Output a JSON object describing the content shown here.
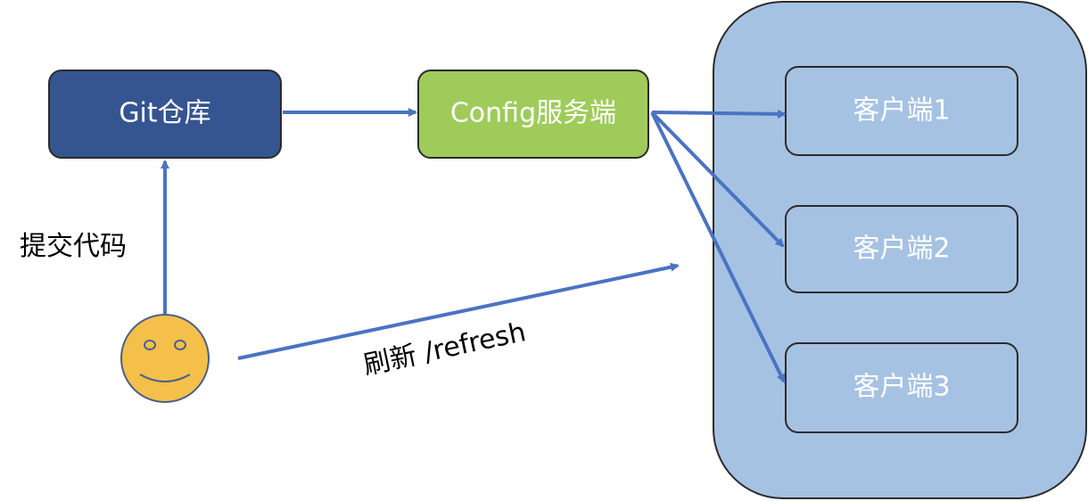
{
  "nodes": {
    "git": {
      "label": "Git仓库"
    },
    "config": {
      "label": "Config服务端"
    },
    "client1": {
      "label": "客户端1"
    },
    "client2": {
      "label": "客户端2"
    },
    "client3": {
      "label": "客户端3"
    }
  },
  "edges": {
    "commit": {
      "label": "提交代码"
    },
    "refresh": {
      "label": "刷新 /refresh"
    }
  },
  "colors": {
    "git_fill": "#355591",
    "config_fill": "#9fcb5b",
    "client_group_fill": "#a6c2e2",
    "client_box_fill": "#a6c2e2",
    "outline": "#2b2b2b",
    "arrow": "#4b73c2",
    "smiley_fill": "#f5c04a",
    "smiley_outline": "#4a5f8a"
  }
}
